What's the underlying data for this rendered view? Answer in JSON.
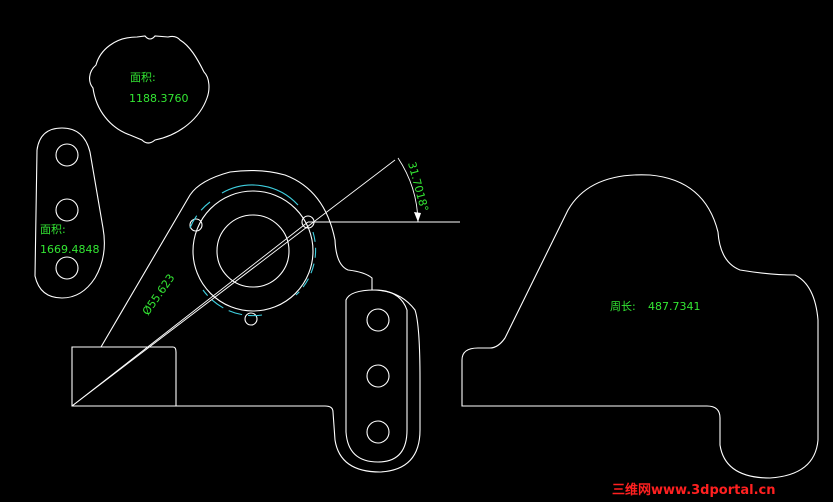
{
  "annotations": {
    "area_top": {
      "label": "面积:",
      "value": "1188.3760"
    },
    "area_left": {
      "label": "面积:",
      "value": "1669.4848"
    },
    "perimeter": {
      "label": "周长:",
      "value": "487.7341"
    },
    "angle_dimension": "31.7018°",
    "diameter_dimension": "Ø55.623"
  },
  "watermark": "三维网www.3dportal.cn",
  "colors": {
    "background": "#000000",
    "geometry": "#ffffff",
    "annotation_text": "#33e633",
    "construction_arc": "#3fd0e0",
    "watermark": "#ff2020"
  }
}
